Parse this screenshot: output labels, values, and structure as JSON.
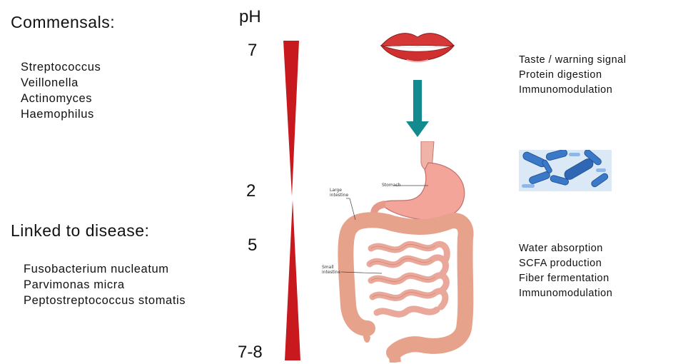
{
  "commensals": {
    "heading": "Commensals:",
    "items": [
      "Streptococcus",
      "Veillonella",
      "Actinomyces",
      "Haemophilus"
    ]
  },
  "disease": {
    "heading": "Linked to disease:",
    "items": [
      "Fusobacterium nucleatum",
      "Parvimonas micra",
      "Peptostreptococcus stomatis"
    ]
  },
  "ph_scale": {
    "title": "pH",
    "ticks": [
      "7",
      "2",
      "5",
      "7-8"
    ]
  },
  "mouth_functions": [
    "Taste / warning signal",
    "Protein digestion",
    "Immunomodulation"
  ],
  "gut_functions": [
    "Water absorption",
    "SCFA production",
    "Fiber fermentation",
    "Immunomodulation"
  ],
  "organ_labels": {
    "stomach": "Stomach",
    "large_intestine": [
      "Large",
      "intestine"
    ],
    "small_intestine": [
      "Small",
      "intestine"
    ]
  },
  "colors": {
    "gradient_red": "#c8191e",
    "arrow_teal": "#138a8d",
    "lips": "#d63838",
    "bacteria_blue": "#3a78c8"
  }
}
